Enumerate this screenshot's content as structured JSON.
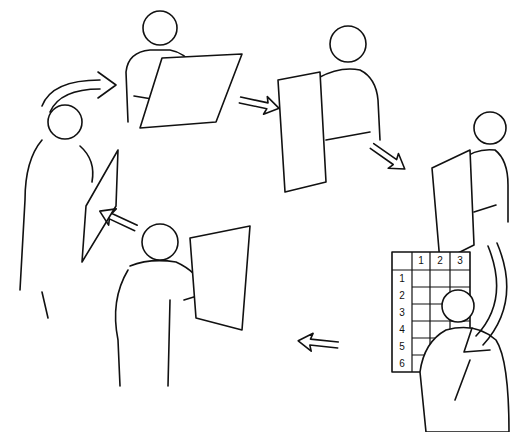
{
  "diagram": {
    "labels": [
      "1",
      "2",
      "3",
      "1",
      "2",
      "3",
      "4",
      "5",
      "6"
    ]
  }
}
